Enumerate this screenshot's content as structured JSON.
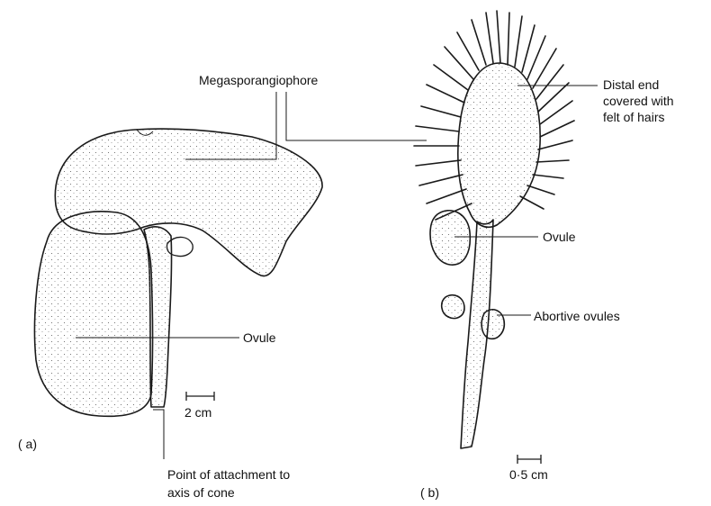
{
  "labels": {
    "megasporangiophore": "Megasporangiophore",
    "distal_line1": "Distal end",
    "distal_line2": "covered with",
    "distal_line3": "felt of hairs",
    "ovule_a": "Ovule",
    "ovule_b": "Ovule",
    "abortive_ovules": "Abortive ovules",
    "scale_a": "2 cm",
    "scale_b": "0·5  cm",
    "panel_a": "( a)",
    "panel_b": "( b)",
    "attachment_line1": "Point of attachment to",
    "attachment_line2": "axis of cone"
  },
  "colors": {
    "ink": "#1a1a1a",
    "paper": "#ffffff"
  }
}
